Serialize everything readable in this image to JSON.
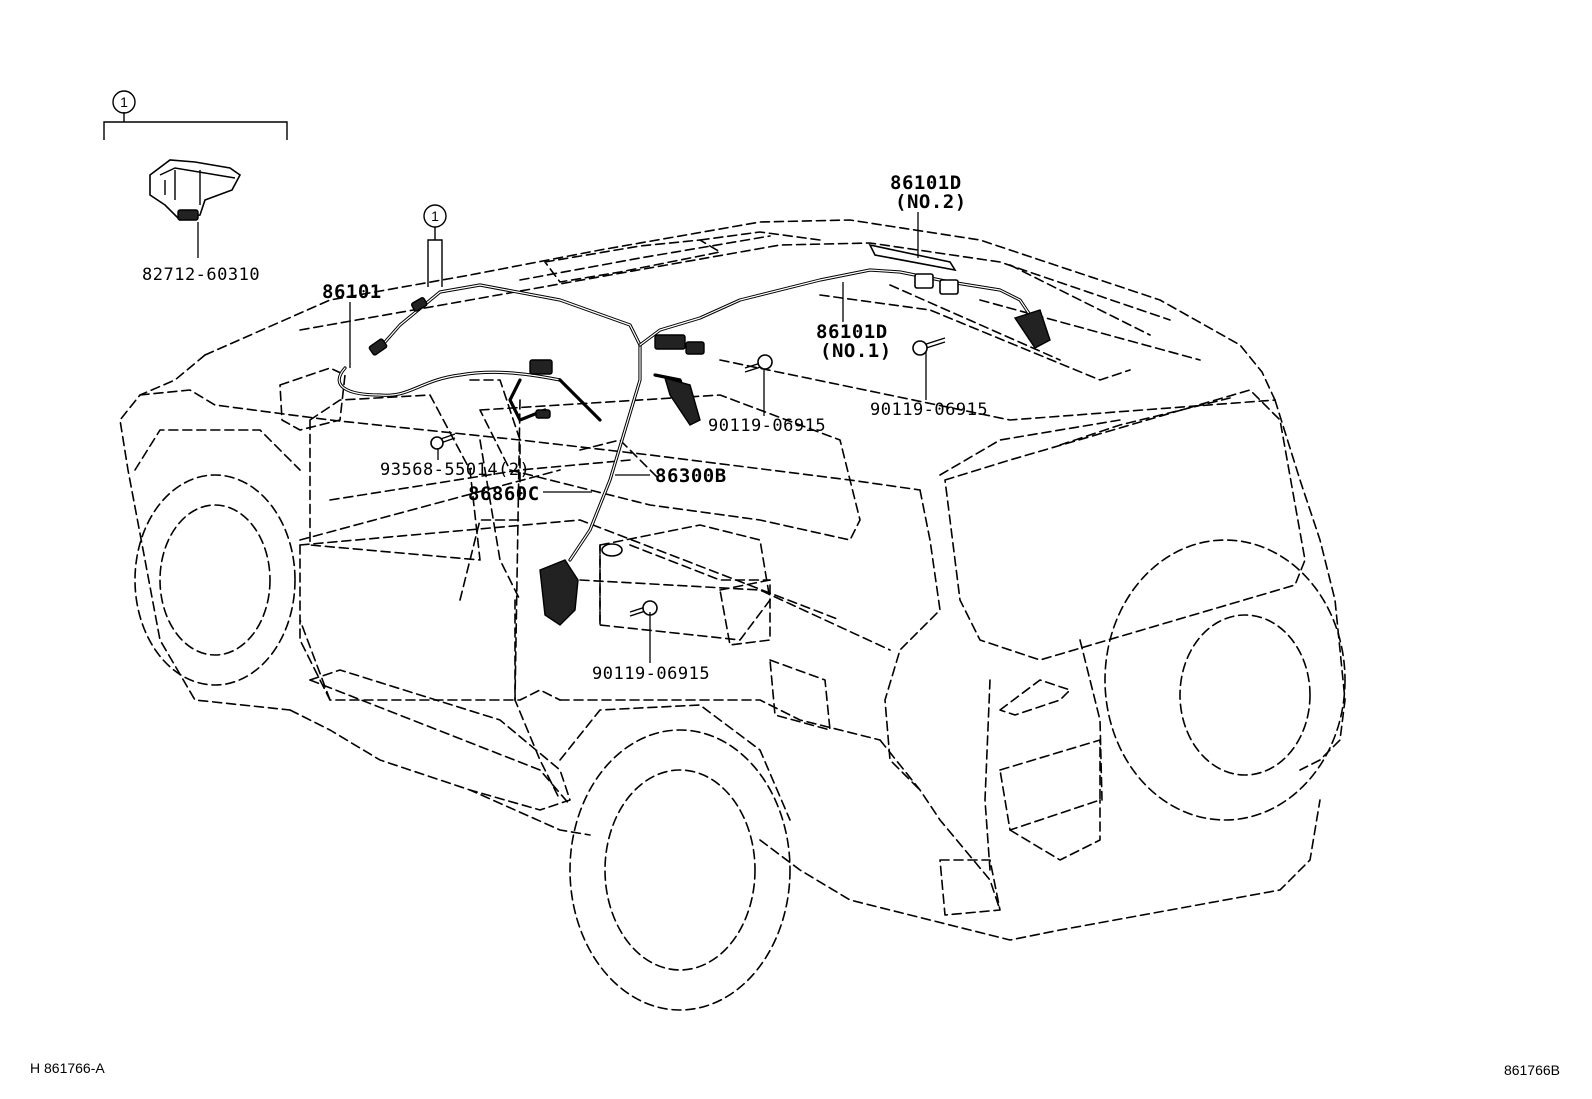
{
  "diagram": {
    "callouts": {
      "kit_marker_1": "1",
      "kit_marker_2": "1"
    },
    "parts": {
      "bracket": "82712-60310",
      "main_harness": "86101",
      "roof_wire_no2_code": "86101D",
      "roof_wire_no2_note": "(NO.2)",
      "roof_wire_no1_code": "86101D",
      "roof_wire_no1_note": "(NO.1)",
      "bolt_roof_right": "90119-06915",
      "bolt_roof_center": "90119-06915",
      "bolt_floor": "90119-06915",
      "screw_dash": "93568-55014(2)",
      "amplifier": "86300B",
      "cord": "86860C"
    },
    "footer": {
      "left_code": "H 861766-A",
      "right_code": "861766B"
    }
  }
}
